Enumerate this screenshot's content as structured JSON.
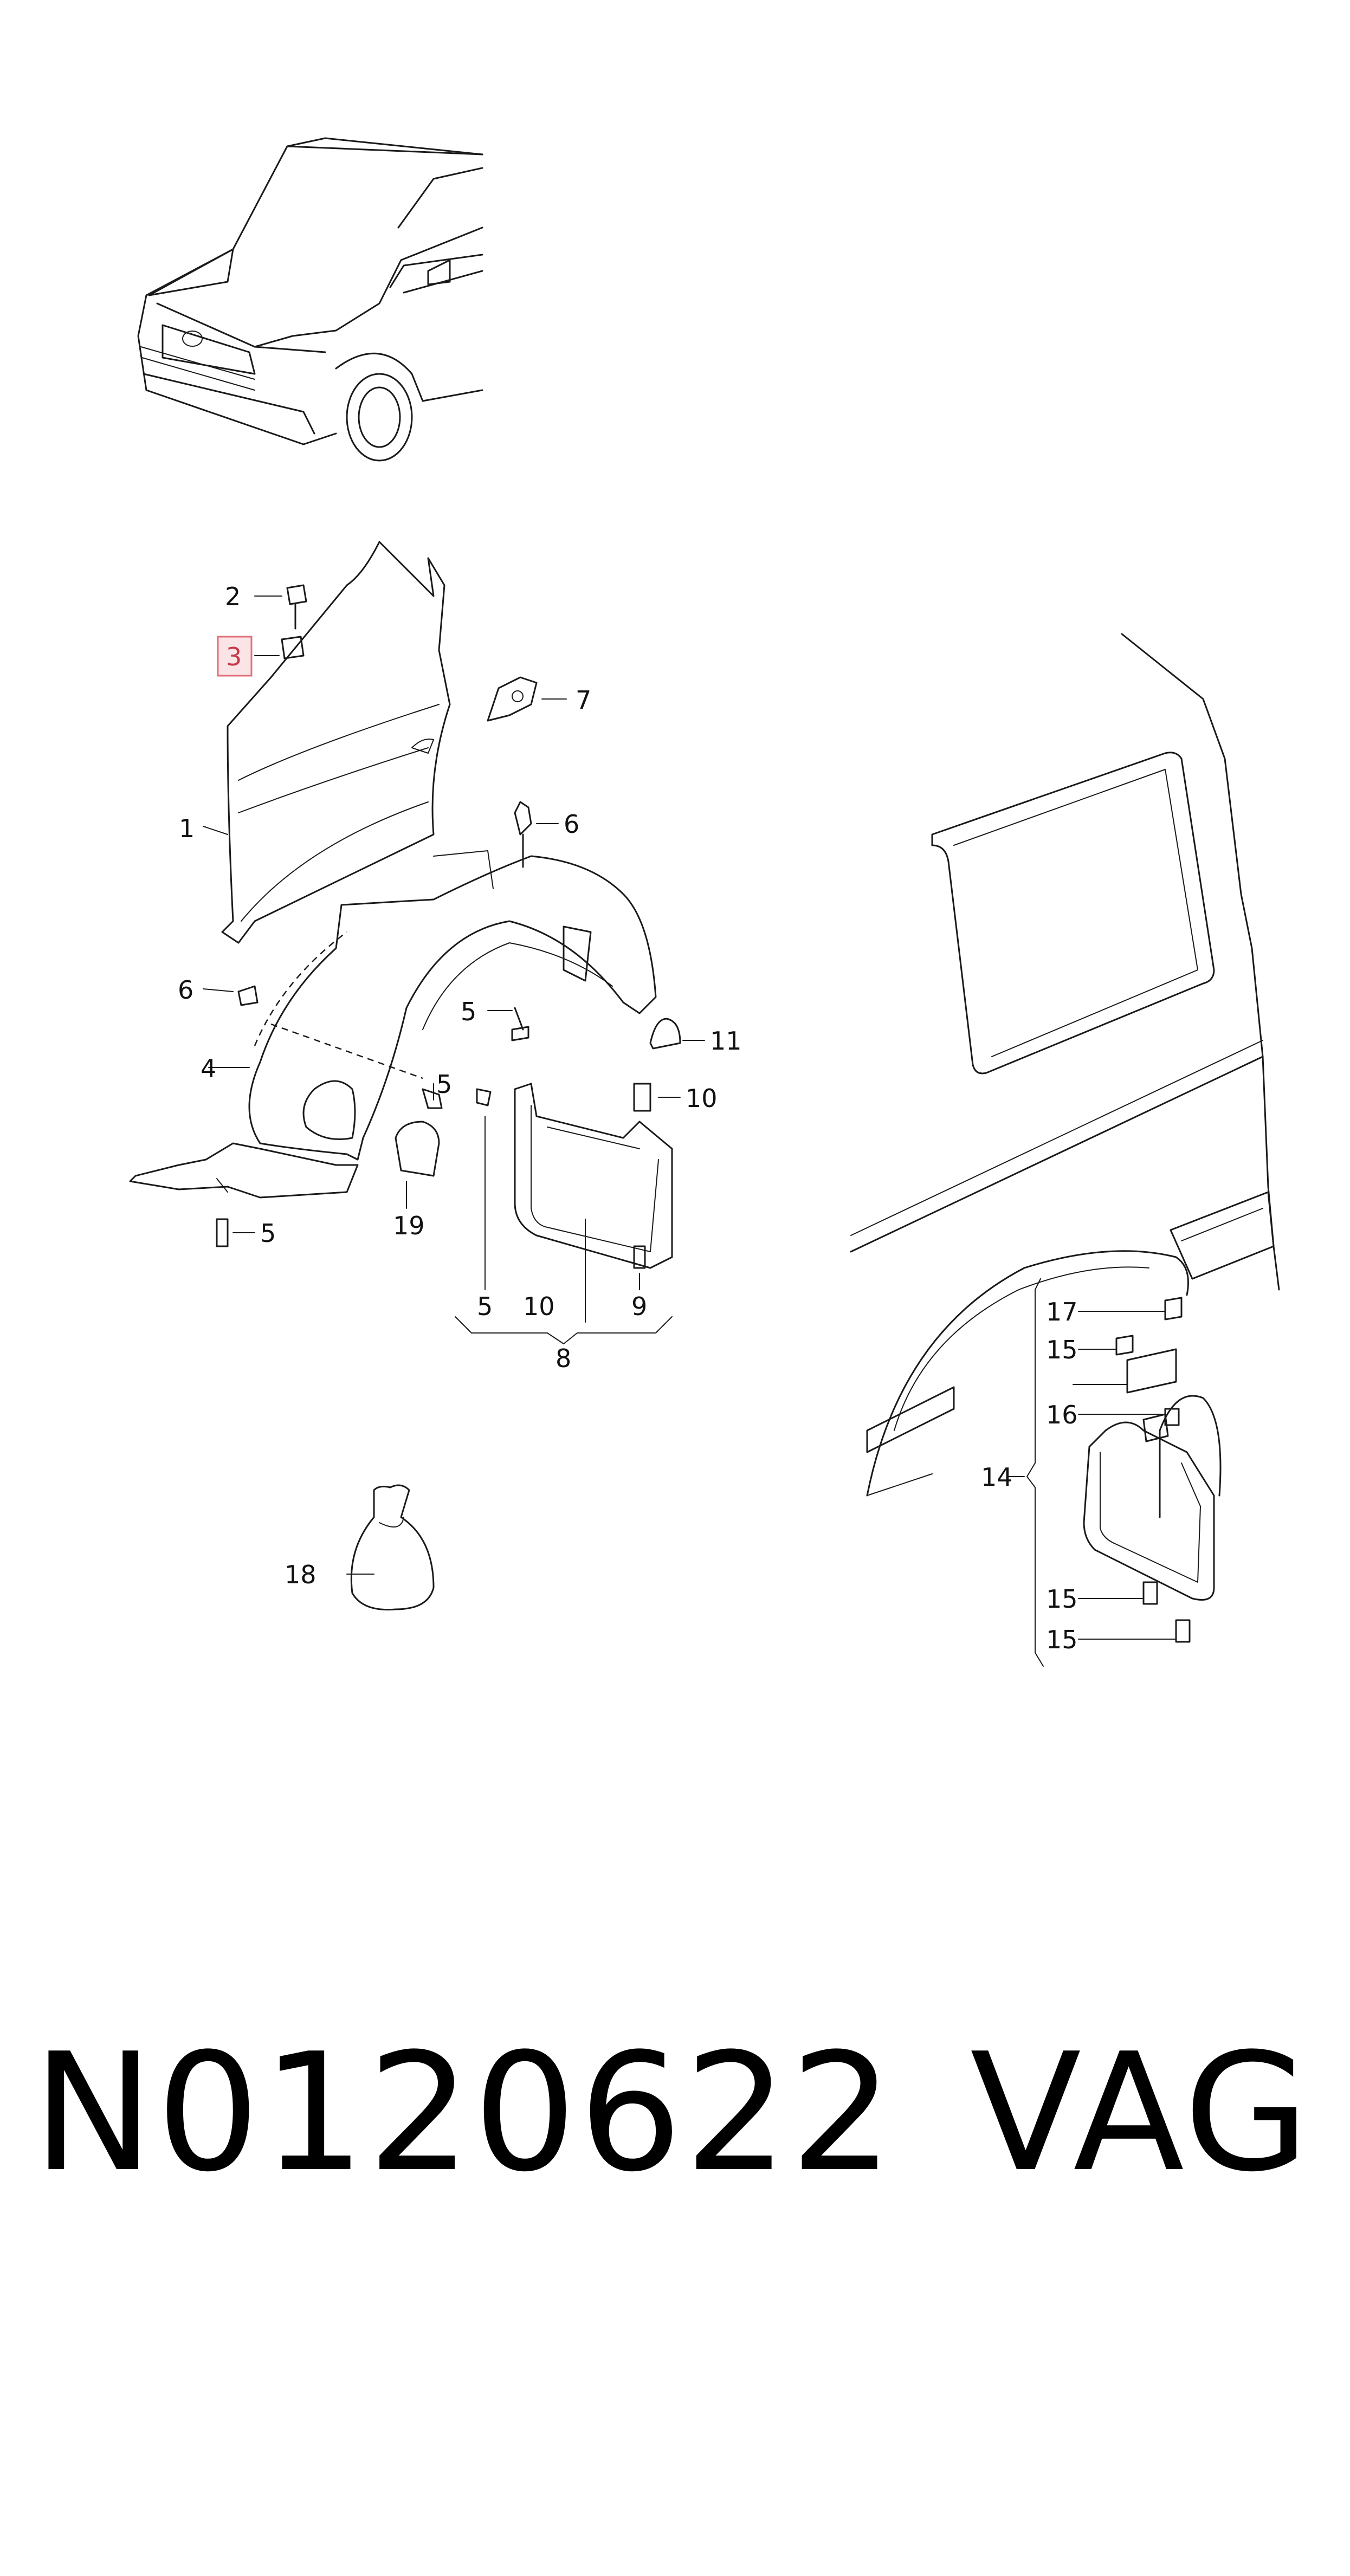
{
  "diagram": {
    "callouts": [
      "1",
      "2",
      "3",
      "4",
      "5",
      "6",
      "7",
      "8",
      "9",
      "10",
      "11",
      "14",
      "15",
      "16",
      "17",
      "18",
      "19"
    ],
    "highlighted_callout": "3",
    "highlight_color": "#e0707a"
  },
  "caption": {
    "part_number": "N0120622",
    "brand": "VAG"
  }
}
